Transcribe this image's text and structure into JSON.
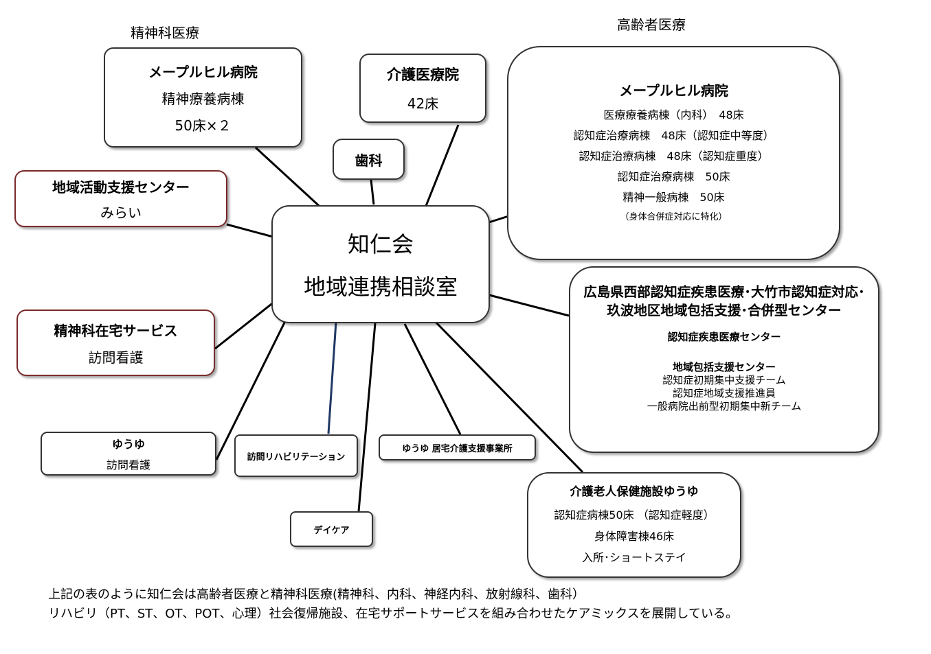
{
  "headings": {
    "psychiatry": "精神科医療",
    "geriatric": "高齢者医療"
  },
  "center": {
    "line1": "知仁会",
    "line2": "地域連携相談室"
  },
  "maple_psych": {
    "title": "メープルヒル病院",
    "line1": "精神療養病棟",
    "line2": "50床×２"
  },
  "care_hospital": {
    "title": "介護医療院",
    "line1": "42床"
  },
  "dental": {
    "title": "歯科"
  },
  "maple_geri": {
    "title": "メープルヒル病院",
    "lines": [
      "医療療養病棟（内科）　48床",
      "認知症治療病棟　48床（認知症中等度）",
      "認知症治療病棟　48床（認知症重度）",
      "認知症治療病棟　50床",
      "精神一般病棟　50床"
    ],
    "note": "（身体合併症対応に特化）"
  },
  "community_center": {
    "title": "地域活動支援センター",
    "line1": "みらい"
  },
  "psych_home": {
    "title": "精神科在宅サービス",
    "line1": "訪問看護"
  },
  "dementia_center": {
    "title": "広島県西部認知症疾患医療･大竹市認知症対応･玖波地区地域包括支援･合併型センター",
    "sub1": "認知症疾患医療センター",
    "sub2": "地域包括支援センター",
    "items": [
      "認知症初期集中支援チーム",
      "認知症地域支援推進員",
      "一般病院出前型初期集中新チーム"
    ]
  },
  "yuyu_visit": {
    "title": "ゆうゆ",
    "line1": "訪問看護"
  },
  "rehab_visit": {
    "title": "訪問リハビリテーション"
  },
  "care_office": {
    "title": "ゆうゆ 居宅介護支援事業所"
  },
  "daycare": {
    "title": "デイケア"
  },
  "nursing_home": {
    "title": "介護老人保健施設ゆうゆ",
    "lines": [
      "認知症病棟50床 （認知症軽度）",
      "身体障害棟46床",
      "入所･ショートステイ"
    ]
  },
  "footer": {
    "line1": "上記の表のように知仁会は高齢者医療と精神科医療(精神科、内科、神経内科、放射線科、歯科）",
    "line2": "リハビリ（PT、ST、OT、POT、心理）社会復帰施設、在宅サポートサービスを組み合わせたケアミックスを展開している。"
  },
  "colors": {
    "box_border": "#333333",
    "red_border": "#7a2a2a",
    "rehab_connector": "#1f3864"
  }
}
